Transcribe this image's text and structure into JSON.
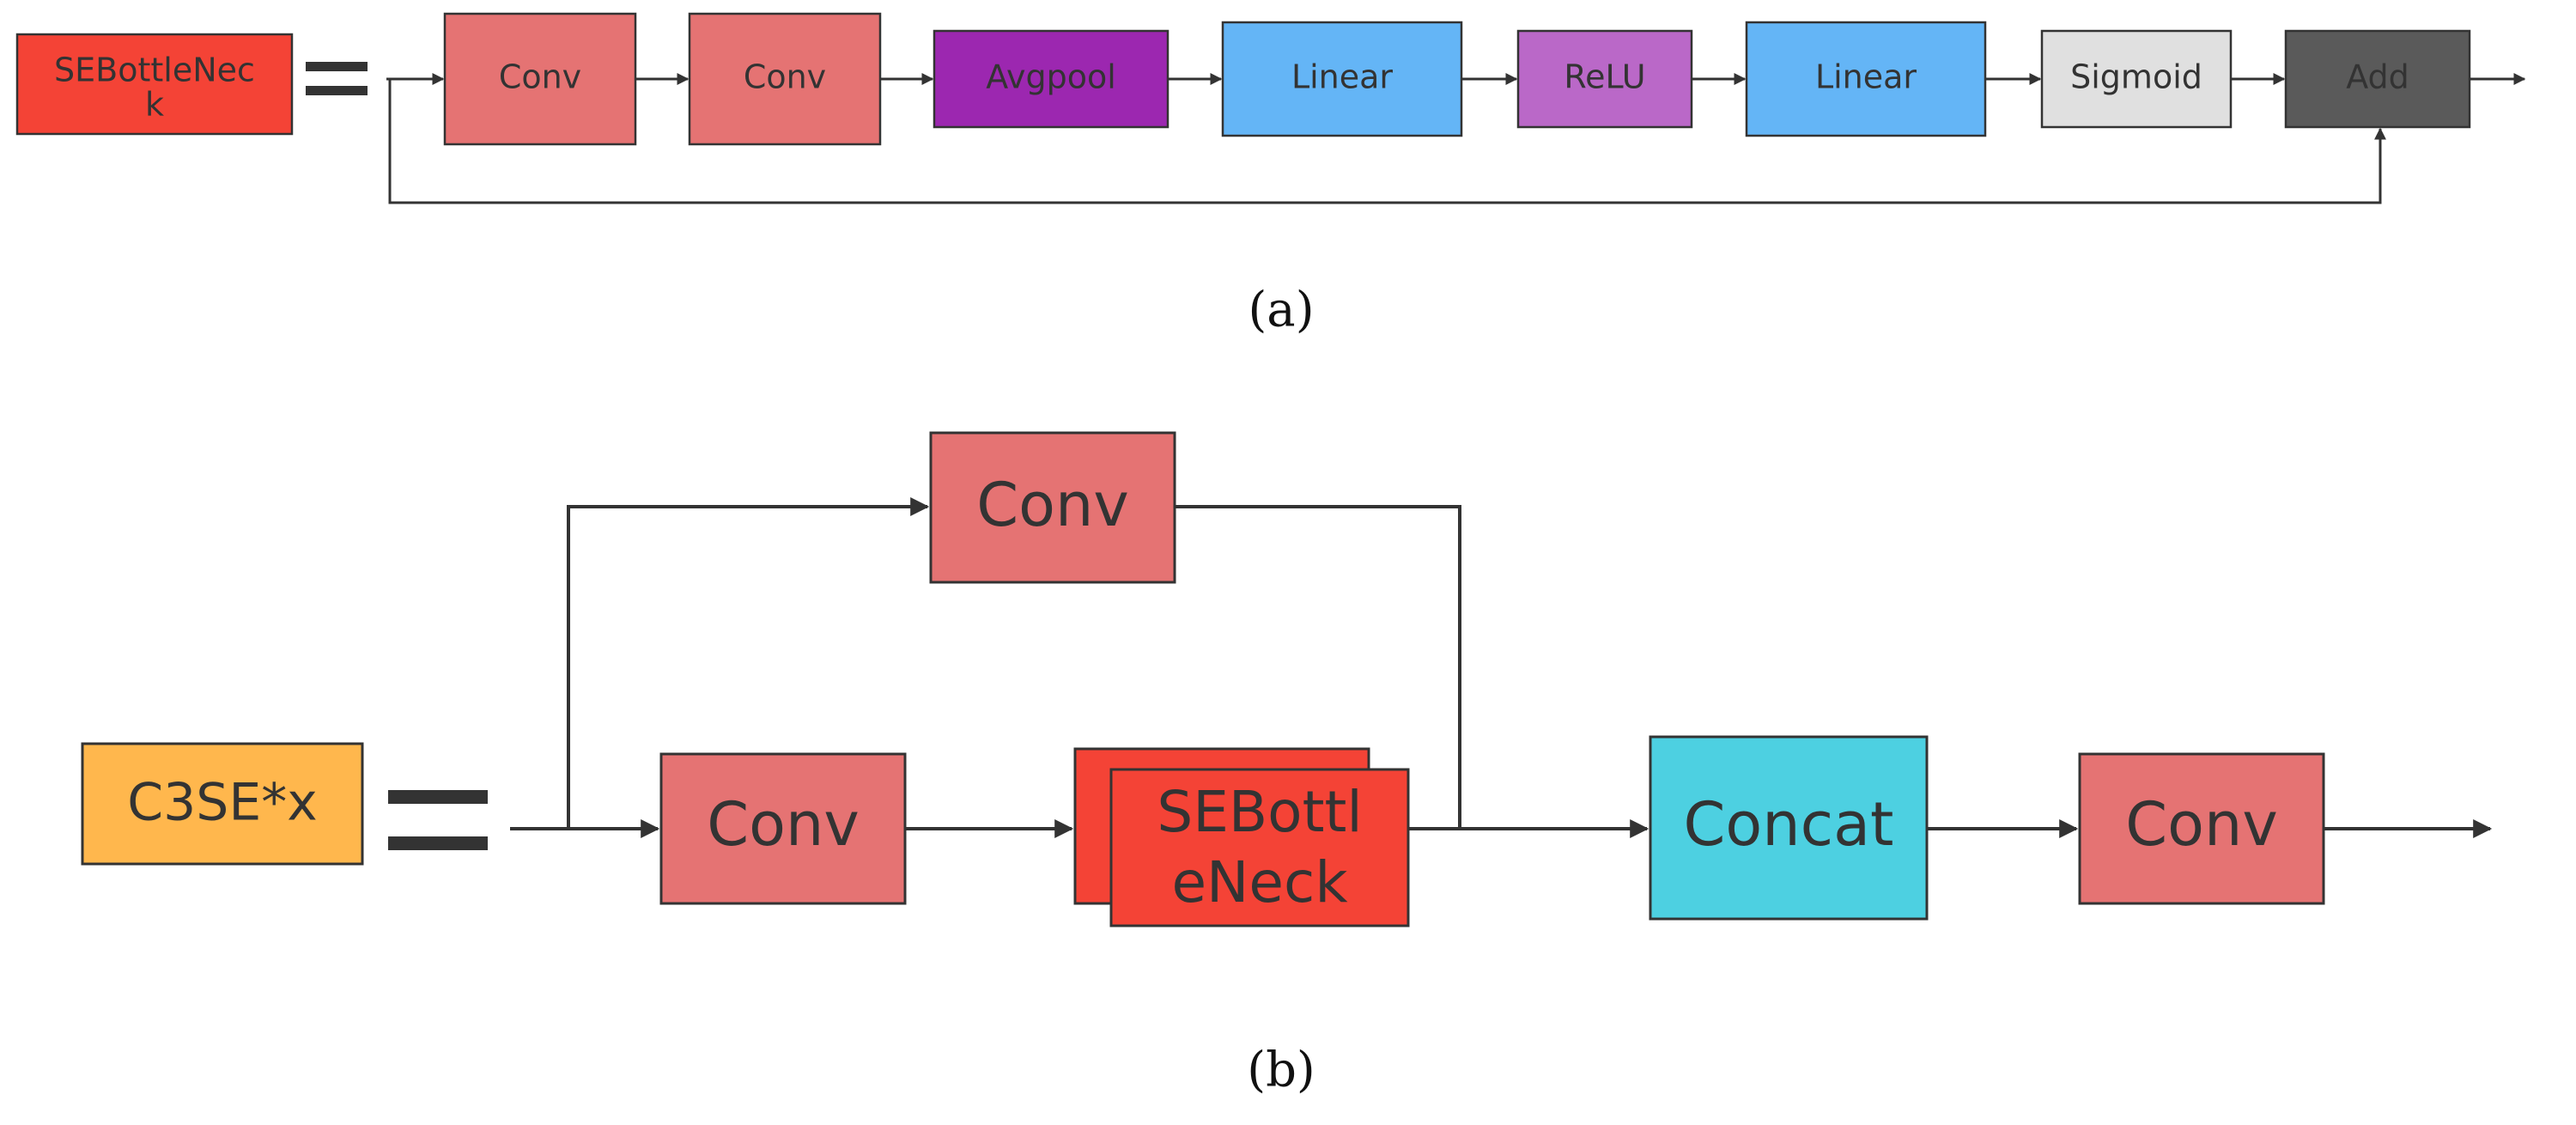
{
  "panel_a": {
    "lhs_label_line1": "SEBottleNec",
    "lhs_label_line2": "k",
    "equals": "=",
    "blocks": [
      {
        "label": "Conv",
        "color": "#E57373"
      },
      {
        "label": "Conv",
        "color": "#E57373"
      },
      {
        "label": "Avgpool",
        "color": "#9C27B0"
      },
      {
        "label": "Linear",
        "color": "#64B5F6"
      },
      {
        "label": "ReLU",
        "color": "#BA68C8"
      },
      {
        "label": "Linear",
        "color": "#64B5F6"
      },
      {
        "label": "Sigmoid",
        "color": "#E0E0E0"
      },
      {
        "label": "Add",
        "color": "#5A5A5A"
      }
    ],
    "lhs_color": "#F44336",
    "caption": "(a)"
  },
  "panel_b": {
    "lhs_label": "C3SE*x",
    "lhs_color": "#FFB74D",
    "equals": "=",
    "conv_top": "Conv",
    "conv_mid": "Conv",
    "seb_line1": "SEBottl",
    "seb_line2": "eNeck",
    "seb_color": "#F44336",
    "concat": "Concat",
    "concat_color": "#4DD0E1",
    "conv_out": "Conv",
    "conv_color": "#E57373",
    "caption": "(b)"
  }
}
